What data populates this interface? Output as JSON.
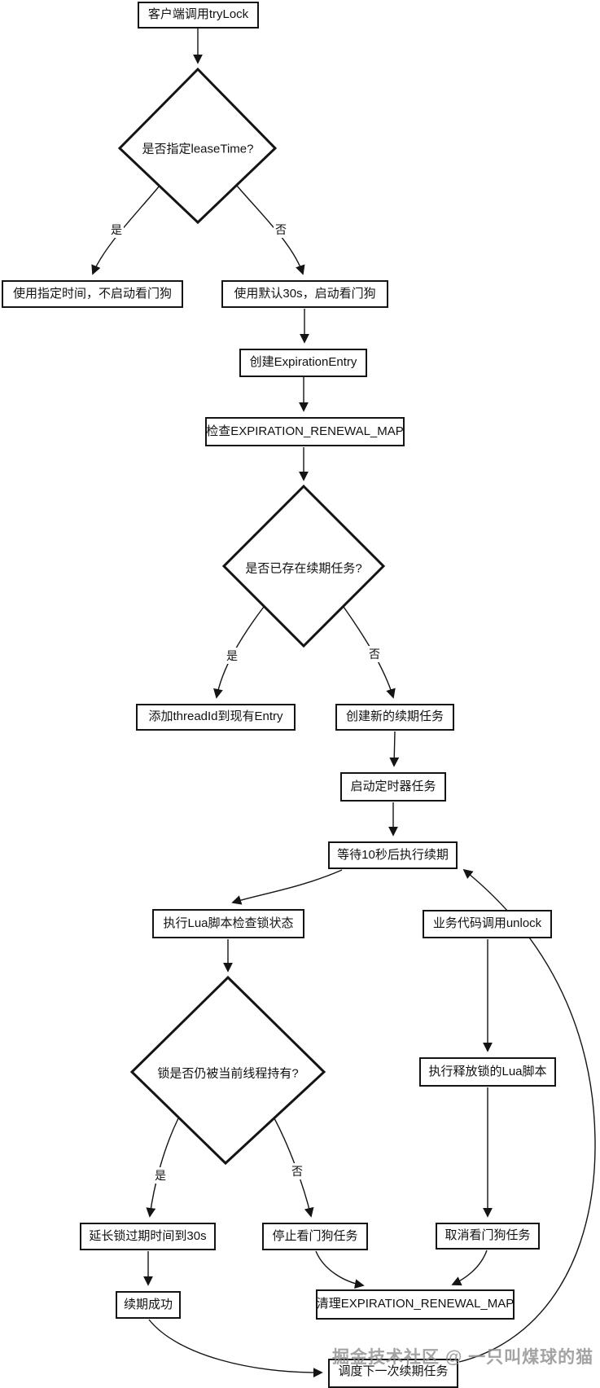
{
  "diagram": {
    "nodes": {
      "trylock": "客户端调用tryLock",
      "d_leasetime": "是否指定leaseTime?",
      "use_specified": "使用指定时间，不启动看门狗",
      "use_default": "使用默认30s，启动看门狗",
      "create_entry": "创建ExpirationEntry",
      "check_map": "检查EXPIRATION_RENEWAL_MAP",
      "d_exist": "是否已存在续期任务?",
      "add_threadid": "添加threadId到现有Entry",
      "create_task": "创建新的续期任务",
      "start_timer": "启动定时器任务",
      "wait10": "等待10秒后执行续期",
      "lua_check": "执行Lua脚本检查锁状态",
      "unlock_call": "业务代码调用unlock",
      "d_held": "锁是否仍被当前线程持有?",
      "release_lua": "执行释放锁的Lua脚本",
      "extend30": "延长锁过期时间到30s",
      "stop_watchdog": "停止看门狗任务",
      "cancel_watchdog": "取消看门狗任务",
      "renew_ok": "续期成功",
      "clean_map": "清理EXPIRATION_RENEWAL_MAP",
      "schedule_next": "调度下一次续期任务"
    },
    "edge_labels": {
      "leasetime_yes": "是",
      "leasetime_no": "否",
      "exist_yes": "是",
      "exist_no": "否",
      "held_yes": "是",
      "held_no": "否"
    },
    "watermark": "掘金技术社区 @ 一只叫煤球的猫",
    "colors": {
      "node_border": "#141414",
      "node_fill": "#ffffff",
      "line": "#141414",
      "watermark_gray": "#8c8c8c"
    }
  }
}
